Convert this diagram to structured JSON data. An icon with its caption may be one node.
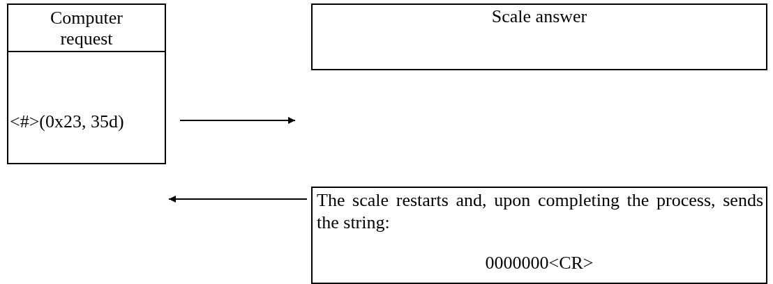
{
  "diagram": {
    "nodes": [
      {
        "text": [
          "Computer request"
        ]
      },
      {
        "text": [
          "<#>(0x23, 35d)"
        ]
      },
      {
        "text": [
          "Scale answer"
        ]
      },
      {
        "text": [
          "The scale restarts and, upon completing the process, sends the string:",
          "0000000<CR>"
        ]
      }
    ],
    "edges": [
      {
        "from": 1,
        "to": null,
        "arrow": "to"
      },
      {
        "from": 3,
        "to": null,
        "arrow": "to"
      }
    ]
  }
}
